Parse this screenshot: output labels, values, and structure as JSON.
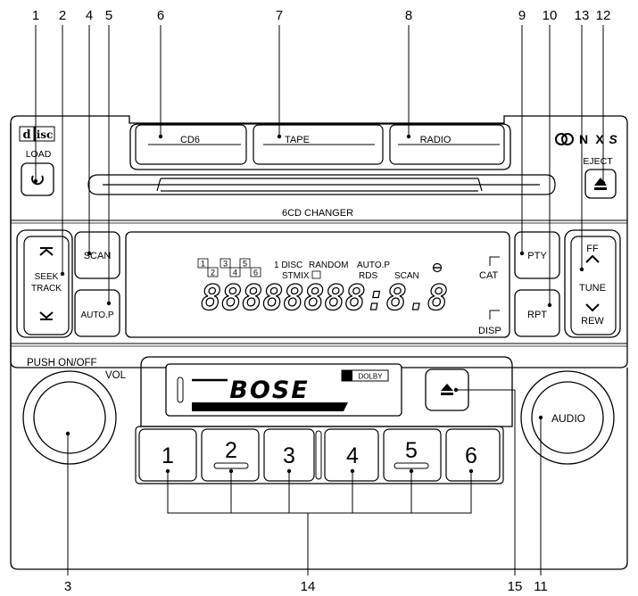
{
  "callouts": [
    "1",
    "2",
    "4",
    "5",
    "6",
    "7",
    "8",
    "9",
    "10",
    "13",
    "12",
    "3",
    "14",
    "15",
    "11"
  ],
  "source_buttons": {
    "cd6": "CD6",
    "tape": "TAPE",
    "radio": "RADIO"
  },
  "changer_label": "6CD CHANGER",
  "load_label": "LOAD",
  "eject_label": "EJECT",
  "seek_label_1": "SEEK",
  "seek_label_2": "TRACK",
  "scan_button": "SCAN",
  "autop_button": "AUTO.P",
  "pty_button": "PTY",
  "rpt_button": "RPT",
  "ff_label": "FF",
  "tune_label": "TUNE",
  "rew_label": "REW",
  "display": {
    "cd_slots_top": [
      "1",
      "3",
      "5"
    ],
    "cd_slots_bottom": [
      "2",
      "4",
      "6"
    ],
    "ind_1disc": "1 DISC",
    "ind_random": "RANDOM",
    "ind_autop": "AUTO.P",
    "ind_stmix": "STMIX",
    "ind_rds": "RDS",
    "ind_scan": "SCAN",
    "segments": "88888888:8.8",
    "cat": "CAT",
    "disp": "DISP"
  },
  "power_label": "PUSH ON/OFF",
  "vol_label": "VOL",
  "brand": "BOSE",
  "dolby": "DOLBY",
  "audio_label": "AUDIO",
  "presets": [
    "1",
    "2",
    "3",
    "4",
    "5",
    "6"
  ]
}
